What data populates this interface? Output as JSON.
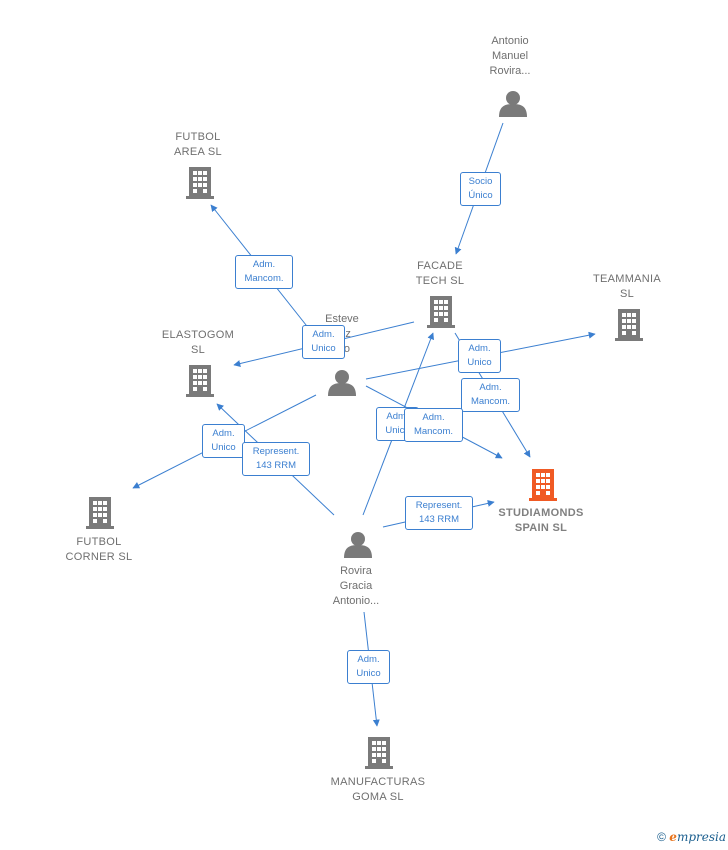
{
  "colors": {
    "edge": "#3b7fd0",
    "node": "#7a7a7a",
    "focus": "#f05a24"
  },
  "nodes": {
    "antonio_manuel": {
      "label": "Antonio\nManuel\nRovira...",
      "icon": "person-icon"
    },
    "futbol_area": {
      "label": "FUTBOL\nAREA SL",
      "icon": "building-icon"
    },
    "facade_tech": {
      "label": "FACADE\nTECH  SL",
      "icon": "building-icon"
    },
    "teammania": {
      "label": "TEAMMANIA\nSL",
      "icon": "building-icon"
    },
    "elastogom": {
      "label": "ELASTOGOM\nSL",
      "icon": "building-icon"
    },
    "esteve": {
      "label": "Esteve\nnez\nrdo",
      "icon": "person-icon"
    },
    "studiamonds": {
      "label": "STUDIAMONDS\nSPAIN  SL",
      "icon": "building-icon"
    },
    "futbol_corner": {
      "label": "FUTBOL\nCORNER SL",
      "icon": "building-icon"
    },
    "rovira_gracia": {
      "label": "Rovira\nGracia\nAntonio...",
      "icon": "person-icon"
    },
    "manufacturas": {
      "label": "MANUFACTURAS\nGOMA SL",
      "icon": "building-icon"
    }
  },
  "edges": {
    "socio_unico": "Socio\nÚnico",
    "adm_mancom_1": "Adm.\nMancom.",
    "adm_unico_1": "Adm.\nUnico",
    "adm_unico_2": "Adm.\nUnico",
    "adm_mancom_2": "Adm.\nMancom.",
    "adm_unico_3": "Adm.\nUnico",
    "adm_mancom_3": "Adm.\nMancom.",
    "adm_unico_4": "Adm.\nUnico",
    "represent_1": "Represent.\n143 RRM",
    "represent_2": "Represent.\n143 RRM",
    "adm_unico_5": "Adm.\nUnico"
  },
  "footer": {
    "copyright": "©",
    "brand_initial": "e",
    "brand_rest": "mpresia"
  }
}
